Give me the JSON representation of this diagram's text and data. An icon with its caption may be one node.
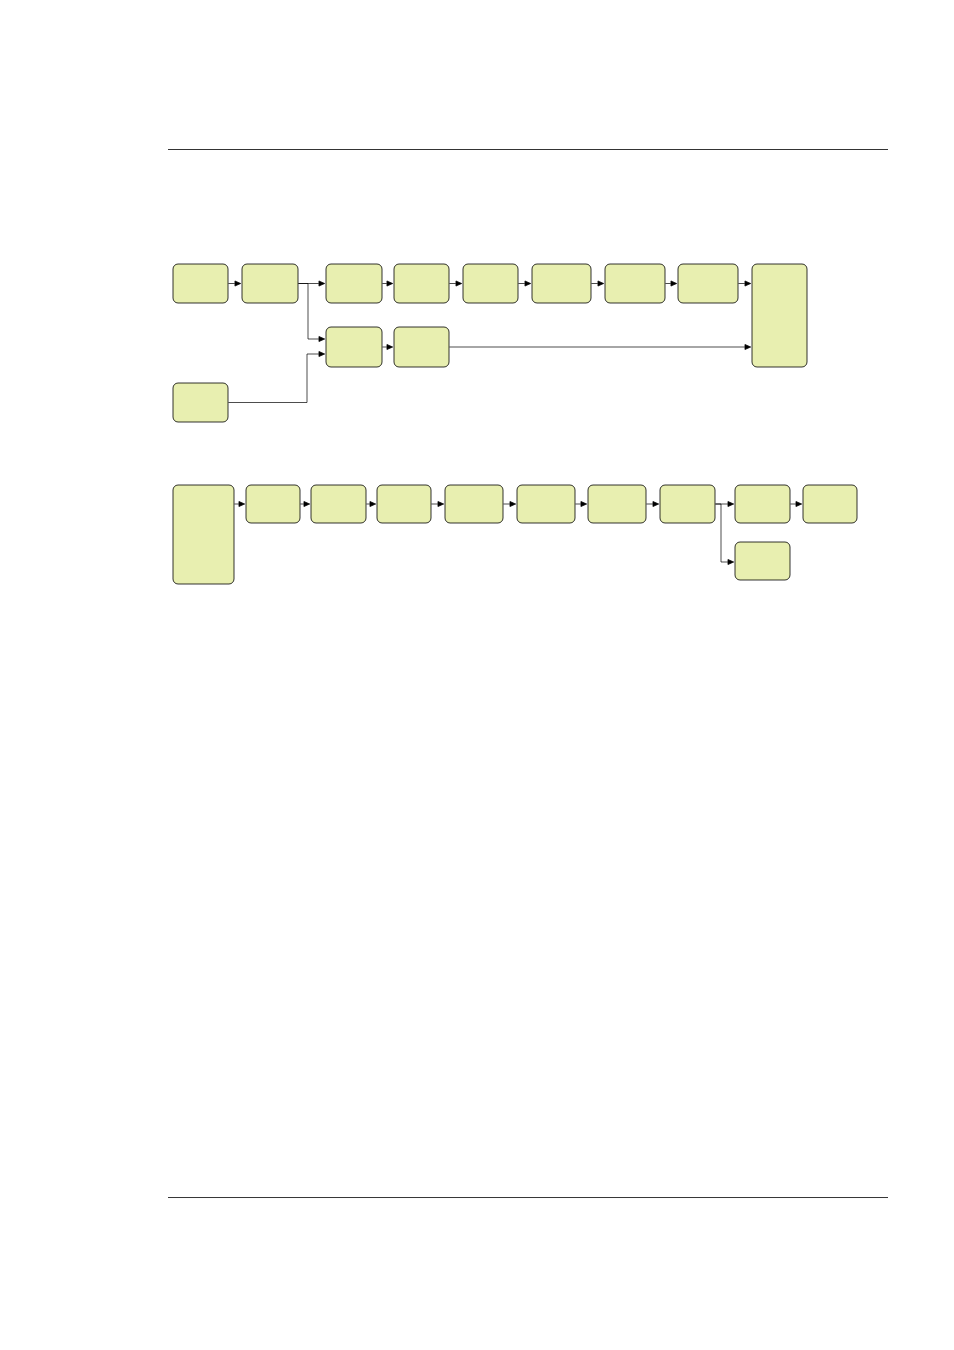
{
  "diagram": {
    "nodes": [
      {
        "text": [],
        "shape": "box"
      },
      {
        "text": [],
        "shape": "box"
      },
      {
        "text": [],
        "shape": "box"
      },
      {
        "text": [],
        "shape": "box"
      },
      {
        "text": [],
        "shape": "box"
      },
      {
        "text": [],
        "shape": "box"
      },
      {
        "text": [],
        "shape": "box"
      },
      {
        "text": [],
        "shape": "box"
      },
      {
        "text": [],
        "shape": "box"
      },
      {
        "text": [],
        "shape": "box"
      },
      {
        "text": [],
        "shape": "box"
      },
      {
        "text": [],
        "shape": "box"
      },
      {
        "text": [],
        "shape": "box"
      },
      {
        "text": [],
        "shape": "box"
      },
      {
        "text": [],
        "shape": "box"
      },
      {
        "text": [],
        "shape": "box"
      },
      {
        "text": [],
        "shape": "box"
      },
      {
        "text": [],
        "shape": "box"
      },
      {
        "text": [],
        "shape": "box"
      },
      {
        "text": [],
        "shape": "box"
      },
      {
        "text": [],
        "shape": "box"
      },
      {
        "text": [],
        "shape": "box"
      },
      {
        "text": [],
        "shape": "box"
      }
    ],
    "edges": [
      {
        "from": 0,
        "to": 1,
        "arrow": "to"
      },
      {
        "from": 1,
        "to": 2,
        "arrow": "to"
      },
      {
        "from": 1,
        "to": 9,
        "arrow": "to"
      },
      {
        "from": 11,
        "to": 9,
        "arrow": "to"
      },
      {
        "from": 2,
        "to": 3,
        "arrow": "to"
      },
      {
        "from": 3,
        "to": 4,
        "arrow": "to"
      },
      {
        "from": 4,
        "to": 5,
        "arrow": "to"
      },
      {
        "from": 5,
        "to": 6,
        "arrow": "to"
      },
      {
        "from": 6,
        "to": 7,
        "arrow": "to"
      },
      {
        "from": 7,
        "to": 8,
        "arrow": "to"
      },
      {
        "from": 9,
        "to": 10,
        "arrow": "to"
      },
      {
        "from": 10,
        "to": 8,
        "arrow": "to"
      },
      {
        "from": 12,
        "to": 13,
        "arrow": "to"
      },
      {
        "from": 13,
        "to": 14,
        "arrow": "to"
      },
      {
        "from": 14,
        "to": 15,
        "arrow": "to"
      },
      {
        "from": 15,
        "to": 16,
        "arrow": "to"
      },
      {
        "from": 16,
        "to": 17,
        "arrow": "to"
      },
      {
        "from": 17,
        "to": 18,
        "arrow": "to"
      },
      {
        "from": 18,
        "to": 19,
        "arrow": "to"
      },
      {
        "from": 19,
        "to": 20,
        "arrow": "to"
      },
      {
        "from": 19,
        "to": 22,
        "arrow": "to"
      },
      {
        "from": 20,
        "to": 21,
        "arrow": "to"
      }
    ]
  }
}
